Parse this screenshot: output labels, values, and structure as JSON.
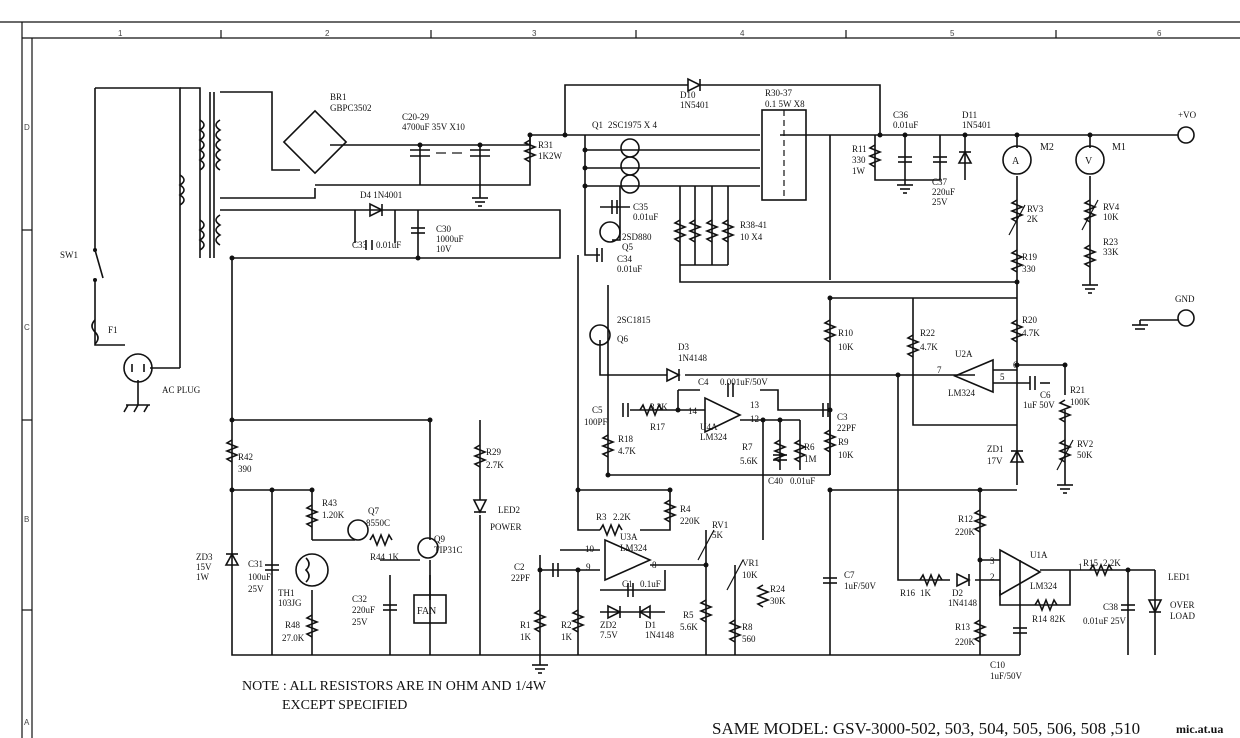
{
  "frame": {
    "columns": [
      "1",
      "2",
      "3",
      "4",
      "5",
      "6"
    ],
    "rows": [
      "D",
      "C",
      "B",
      "A"
    ]
  },
  "labels": {
    "br1": "BR1",
    "br1_part": "GBPC3502",
    "c20": "C20-29",
    "c20_val": "4700uF 35V X10",
    "r31": "R31",
    "r31_val": "1K2W",
    "d10": "D10",
    "d10_part": "1N5401",
    "q1": "Q1",
    "q1_part": "2SC1975 X 4",
    "r30": "R30-37",
    "r30_val": "0.1 5W X8",
    "r11": "R11",
    "r11_v1": "330",
    "r11_v2": "1W",
    "c36": "C36",
    "c36_val": "0.01uF",
    "d11": "D11",
    "d11_part": "1N5401",
    "vo": "+VO",
    "c37": "C37",
    "c37_v1": "220uF",
    "c37_v2": "25V",
    "m2": "M2",
    "m1": "M1",
    "amp": "A",
    "volt": "V",
    "d4": "D4 1N4001",
    "c30": "C30",
    "c30_v1": "1000uF",
    "c30_v2": "10V",
    "c33": "C33",
    "c33_val": "0.01uF",
    "c35": "C35",
    "c35_val": "0.01uF",
    "q5_part": "2SD880",
    "q5": "Q5",
    "r38": "R38-41",
    "r38_val": "10 X4",
    "c34": "C34",
    "c34_val": "0.01uF",
    "rv3": "RV3",
    "rv3_val": "2K",
    "rv4": "RV4",
    "rv4_val": "10K",
    "r23": "R23",
    "r23_val": "33K",
    "r19": "R19",
    "r19_val": "330",
    "sw1": "SW1",
    "f1": "F1",
    "acplug": "AC PLUG",
    "gnd": "GND",
    "q6_part": "2SC1815",
    "q6": "Q6",
    "r10": "R10",
    "r10_val": "10K",
    "r22": "R22",
    "r22_val": "4.7K",
    "r20": "R20",
    "r20_val": "4.7K",
    "u2a": "U2A",
    "u2a_part": "LM324",
    "d3": "D3",
    "d3_part": "1N4148",
    "c4": "C4",
    "c4_val": "0.001uF/50V",
    "c5": "C5",
    "c5_val": "100PF",
    "r17_val": "3.3K",
    "r17": "R17",
    "u4a": "U4A",
    "u4a_part": "LM324",
    "c3": "C3",
    "c3_val": "22PF",
    "c6": "C6",
    "c6_val": "1uF 50V",
    "r21": "R21",
    "r21_val": "100K",
    "r18": "R18",
    "r18_val": "4.7K",
    "r7": "R7",
    "r7_val": "5.6K",
    "r6": "R6",
    "r6_val": "1M",
    "r9": "R9",
    "r9_val": "10K",
    "zd1": "ZD1",
    "zd1_val": "17V",
    "rv2": "RV2",
    "rv2_val": "50K",
    "c40": "C40",
    "c40_val": "0.01uF",
    "r42": "R42",
    "r42_val": "390",
    "r43": "R43",
    "r43_val": "1.20K",
    "q7": "Q7",
    "q7_part": "8550C",
    "r29": "R29",
    "r29_val": "2.7K",
    "led2": "LED2",
    "led2_lbl": "POWER",
    "r4": "R4",
    "r4_val": "220K",
    "r3": "R3",
    "r3_val": "2.2K",
    "u3a": "U3A",
    "u3a_part": "LM324",
    "rv1": "RV1",
    "rv1_val": "5K",
    "r44": "R44",
    "r44_val": "1K",
    "q9": "Q9",
    "q9_part": "TIP31C",
    "zd3": "ZD3",
    "zd3_v1": "15V",
    "zd3_v2": "1W",
    "c31": "C31",
    "c31_v1": "100uF",
    "c31_v2": "25V",
    "th1": "TH1",
    "th1_part": "103JG",
    "c32": "C32",
    "c32_v1": "220uF",
    "c32_v2": "25V",
    "fan": "FAN",
    "r48": "R48",
    "r48_val": "27.0K",
    "c2": "C2",
    "c2_val": "22PF",
    "c1": "C1",
    "c1_val": "0.1uF",
    "zd2": "ZD2",
    "zd2_val": "7.5V",
    "d1": "D1",
    "d1_part": "1N4148",
    "r1": "R1",
    "r1_val": "1K",
    "r2": "R2",
    "r2_val": "1K",
    "r5": "R5",
    "r5_val": "5.6K",
    "vr1": "VR1",
    "vr1_val": "10K",
    "r24": "R24",
    "r24_val": "30K",
    "r8": "R8",
    "r8_val": "560",
    "c7": "C7",
    "c7_val": "1uF/50V",
    "r12": "R12",
    "r12_val": "220K",
    "u1a": "U1A",
    "u1a_part": "LM324",
    "r15": "R15",
    "r15_val": "2.2K",
    "led1": "LED1",
    "led1_l1": "OVER",
    "led1_l2": "LOAD",
    "r16": "R16",
    "r16_val": "1K",
    "d2": "D2",
    "d2_part": "1N4148",
    "r14": "R14",
    "r14_val": "82K",
    "c38": "C38",
    "c38_val": "0.01uF 25V",
    "r13": "R13",
    "r13_val": "220K",
    "c10": "C10",
    "c10_val": "1uF/50V",
    "pin7": "7",
    "pin6": "6",
    "pin5": "5",
    "pin14": "14",
    "pin13": "13",
    "pin12": "12",
    "pin10": "10",
    "pin9": "9",
    "pin8": "8",
    "pin3": "3",
    "pin2": "2",
    "pin1": "1"
  },
  "note": {
    "line1": "NOTE : ALL RESISTORS ARE IN OHM AND 1/4W",
    "line2": "EXCEPT SPECIFIED"
  },
  "model_line": "SAME MODEL:  GSV-3000-502, 503, 504, 505, 506, 508 ,510",
  "watermark": "mic.at.ua"
}
